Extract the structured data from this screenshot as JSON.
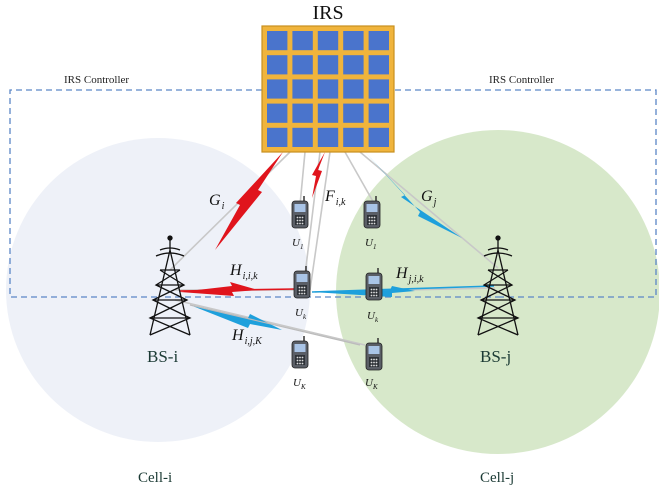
{
  "irs": {
    "title": "IRS",
    "grid_rows": 5,
    "grid_cols": 5
  },
  "controllers": {
    "left_label": "IRS Controller",
    "right_label": "IRS Controller"
  },
  "base_stations": {
    "left_label": "BS-i",
    "right_label": "BS-j"
  },
  "cells": {
    "left_label": "Cell-i",
    "right_label": "Cell-j"
  },
  "channels": {
    "g_i": {
      "main": "G",
      "sub": "i"
    },
    "g_j": {
      "main": "G",
      "sub": "j"
    },
    "f_ik": {
      "main": "F",
      "sub": "i,k"
    },
    "h_iik": {
      "main": "H",
      "sub": "i,i,k"
    },
    "h_jik": {
      "main": "H",
      "sub": "j,i,k"
    },
    "h_ijK": {
      "main": "H",
      "sub": "i,j,K"
    }
  },
  "users": {
    "cell_i_u1": {
      "main": "U",
      "sub": "1"
    },
    "cell_i_uk": {
      "main": "U",
      "sub": "k"
    },
    "cell_i_uK": {
      "main": "U",
      "sub": "K"
    },
    "cell_j_u1": {
      "main": "U",
      "sub": "1"
    },
    "cell_j_uk": {
      "main": "U",
      "sub": "k"
    },
    "cell_j_uK": {
      "main": "U",
      "sub": "K"
    }
  },
  "colors": {
    "cell_i_fill": "#eef1f8",
    "cell_j_fill": "#d4e6c6",
    "irs_frame": "#f0b43c",
    "irs_element": "#4a74cc",
    "link_red": "#e0141c",
    "link_blue": "#1ea0dc",
    "controller_line": "#5b86c6"
  }
}
